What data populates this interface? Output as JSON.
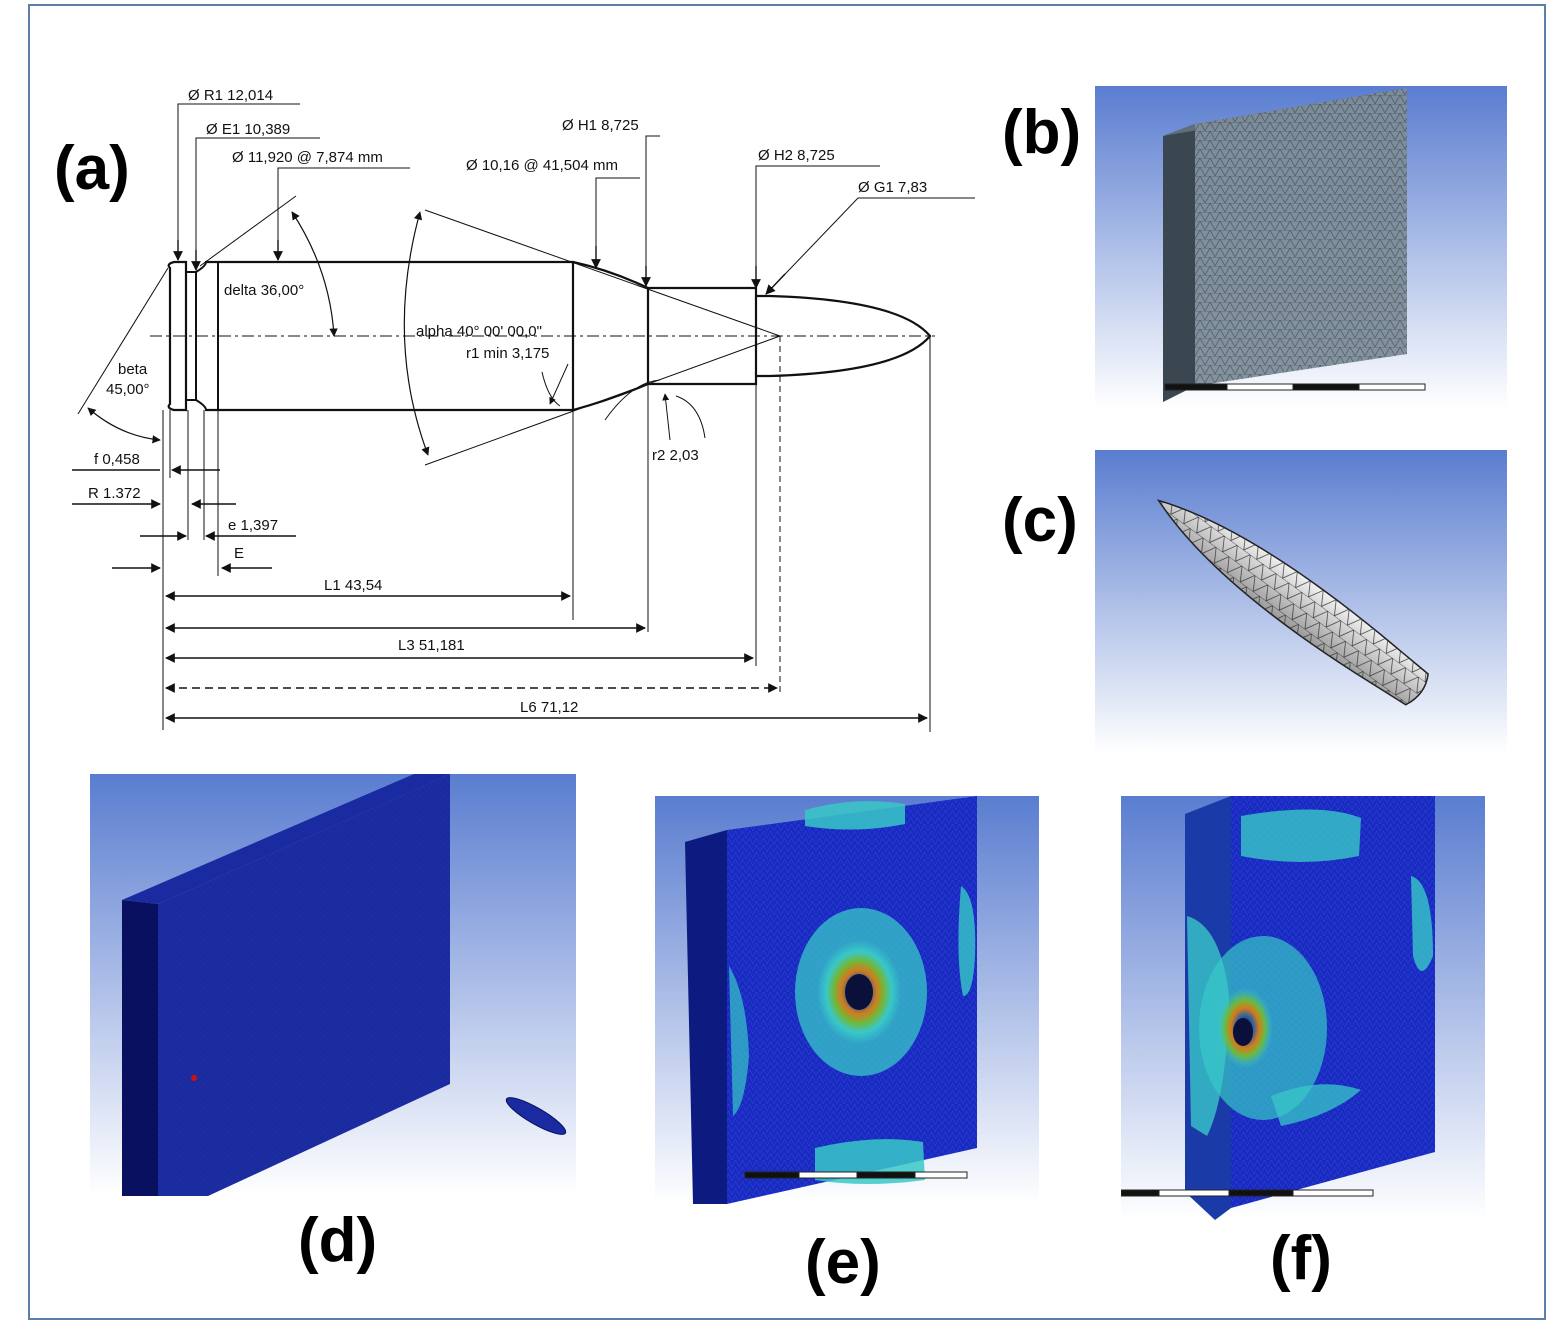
{
  "panels": {
    "a": "(a)",
    "b": "(b)",
    "c": "(c)",
    "d": "(d)",
    "e": "(e)",
    "f": "(f)"
  },
  "drawing": {
    "r1": "Ø R1    12,014",
    "e1": "Ø E1    10,389",
    "d11920": "Ø 11,920 @ 7,874 mm",
    "h1": "Ø H1  8,725",
    "d1016": "Ø 10,16 @ 41,504 mm",
    "h2": "Ø H2  8,725",
    "g1": "Ø G1  7,83",
    "delta": "delta  36,00°",
    "alpha": "alpha  40° 00' 00,0\"",
    "r1min": "r1 min 3,175",
    "beta1": "beta",
    "beta2": "45,00°",
    "f": "f 0,458",
    "R": "R 1.372",
    "e": "e   1,397",
    "E": "E",
    "r2": "r2  2,03",
    "L1": "L1 43,54",
    "L3": "L3   51,181",
    "L6": "L6   71,12"
  },
  "colors": {
    "frame": "#5b7fa6",
    "sim_bg_top": "#5a7dd0",
    "sim_bg_bottom": "#ffffff",
    "plate_blue": "#1a2aa0",
    "plate_dark": "#0a1060",
    "contour_cyan": "#38c8c8",
    "contour_green": "#6fb83a",
    "contour_orange": "#d47a1c",
    "mesh_gray": "#6f7f8c"
  }
}
